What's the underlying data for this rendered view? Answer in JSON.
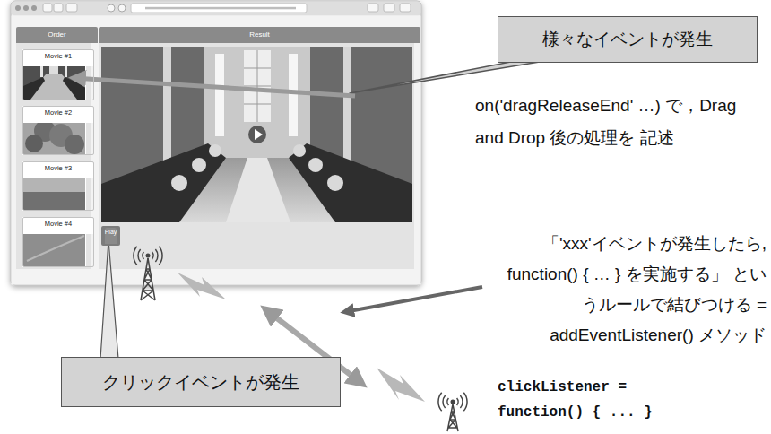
{
  "diagram": {
    "nodes": [
      {
        "text": [
          "Order"
        ]
      },
      {
        "text": [
          "Movie #1"
        ],
        "in": 0
      },
      {
        "text": [
          "Movie #2"
        ],
        "in": 0
      },
      {
        "text": [
          "Movie #3"
        ],
        "in": 0
      },
      {
        "text": [
          "Movie #4"
        ],
        "in": 0
      },
      {
        "text": [
          "Result"
        ]
      },
      {
        "text": [
          "Play"
        ],
        "in": 5
      },
      {
        "text": [
          "様々なイベントが発生"
        ]
      },
      {
        "text": [
          "クリックイベントが発生"
        ]
      }
    ],
    "labels": [
      "on('dragReleaseEnd' …) で，Drag and Drop 後の処理を 記述",
      "「'xxx'イベントが発生したら, function() { … } を実施する」 というルールで結びつける = addEventListener() メソッド",
      "clickListener = function() { ... }"
    ]
  }
}
